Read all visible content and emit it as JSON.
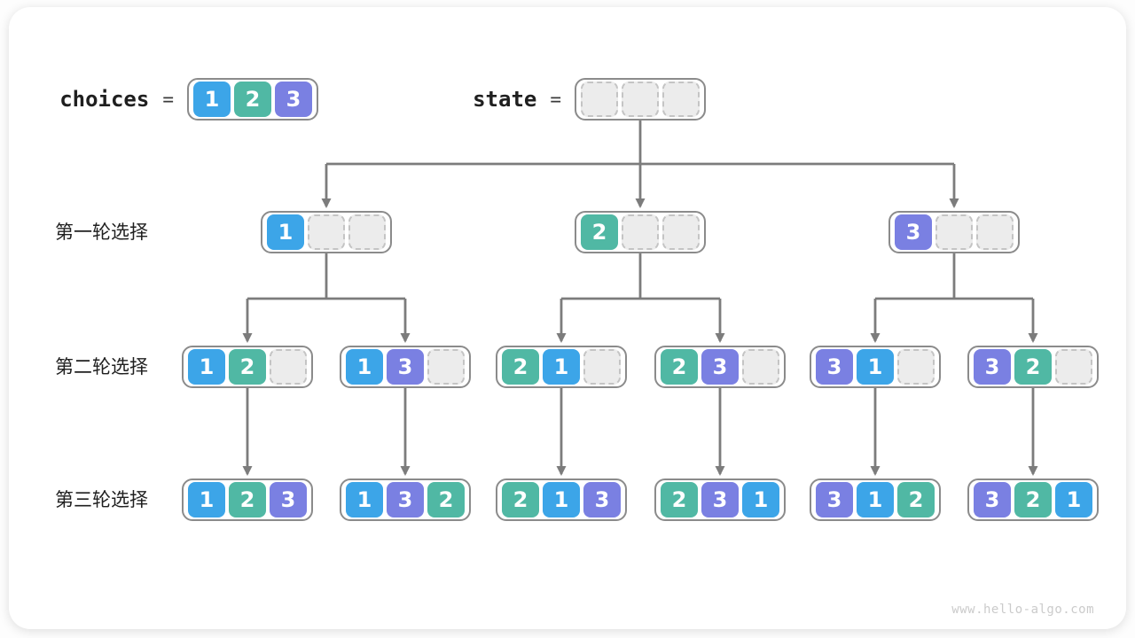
{
  "palette": {
    "1": "#3CA5E8",
    "2": "#50B8A4",
    "3": "#7A80E2",
    "node_border": "#8B8B8B",
    "empty_bg": "#ECECEC",
    "empty_border": "#C4C4C4",
    "line": "#7C7C7C",
    "text": "#1F1F1F",
    "watermark": "#CBCBCB"
  },
  "header": {
    "choices_label": "choices",
    "equals": "=",
    "choices_cells": [
      {
        "v": "1"
      },
      {
        "v": "2"
      },
      {
        "v": "3"
      }
    ],
    "state_label": "state",
    "state_cells": [
      {
        "v": ""
      },
      {
        "v": ""
      },
      {
        "v": ""
      }
    ]
  },
  "rows": [
    {
      "label": "第一轮选择",
      "nodes": [
        {
          "cells": [
            {
              "v": "1"
            },
            {
              "v": ""
            },
            {
              "v": ""
            }
          ]
        },
        {
          "cells": [
            {
              "v": "2"
            },
            {
              "v": ""
            },
            {
              "v": ""
            }
          ]
        },
        {
          "cells": [
            {
              "v": "3"
            },
            {
              "v": ""
            },
            {
              "v": ""
            }
          ]
        }
      ]
    },
    {
      "label": "第二轮选择",
      "nodes": [
        {
          "cells": [
            {
              "v": "1"
            },
            {
              "v": "2"
            },
            {
              "v": ""
            }
          ]
        },
        {
          "cells": [
            {
              "v": "1"
            },
            {
              "v": "3"
            },
            {
              "v": ""
            }
          ]
        },
        {
          "cells": [
            {
              "v": "2"
            },
            {
              "v": "1"
            },
            {
              "v": ""
            }
          ]
        },
        {
          "cells": [
            {
              "v": "2"
            },
            {
              "v": "3"
            },
            {
              "v": ""
            }
          ]
        },
        {
          "cells": [
            {
              "v": "3"
            },
            {
              "v": "1"
            },
            {
              "v": ""
            }
          ]
        },
        {
          "cells": [
            {
              "v": "3"
            },
            {
              "v": "2"
            },
            {
              "v": ""
            }
          ]
        }
      ]
    },
    {
      "label": "第三轮选择",
      "nodes": [
        {
          "cells": [
            {
              "v": "1"
            },
            {
              "v": "2"
            },
            {
              "v": "3"
            }
          ]
        },
        {
          "cells": [
            {
              "v": "1"
            },
            {
              "v": "3"
            },
            {
              "v": "2"
            }
          ]
        },
        {
          "cells": [
            {
              "v": "2"
            },
            {
              "v": "1"
            },
            {
              "v": "3"
            }
          ]
        },
        {
          "cells": [
            {
              "v": "2"
            },
            {
              "v": "3"
            },
            {
              "v": "1"
            }
          ]
        },
        {
          "cells": [
            {
              "v": "3"
            },
            {
              "v": "1"
            },
            {
              "v": "2"
            }
          ]
        },
        {
          "cells": [
            {
              "v": "3"
            },
            {
              "v": "2"
            },
            {
              "v": "1"
            }
          ]
        }
      ]
    }
  ],
  "watermark": "www.hello-algo.com"
}
